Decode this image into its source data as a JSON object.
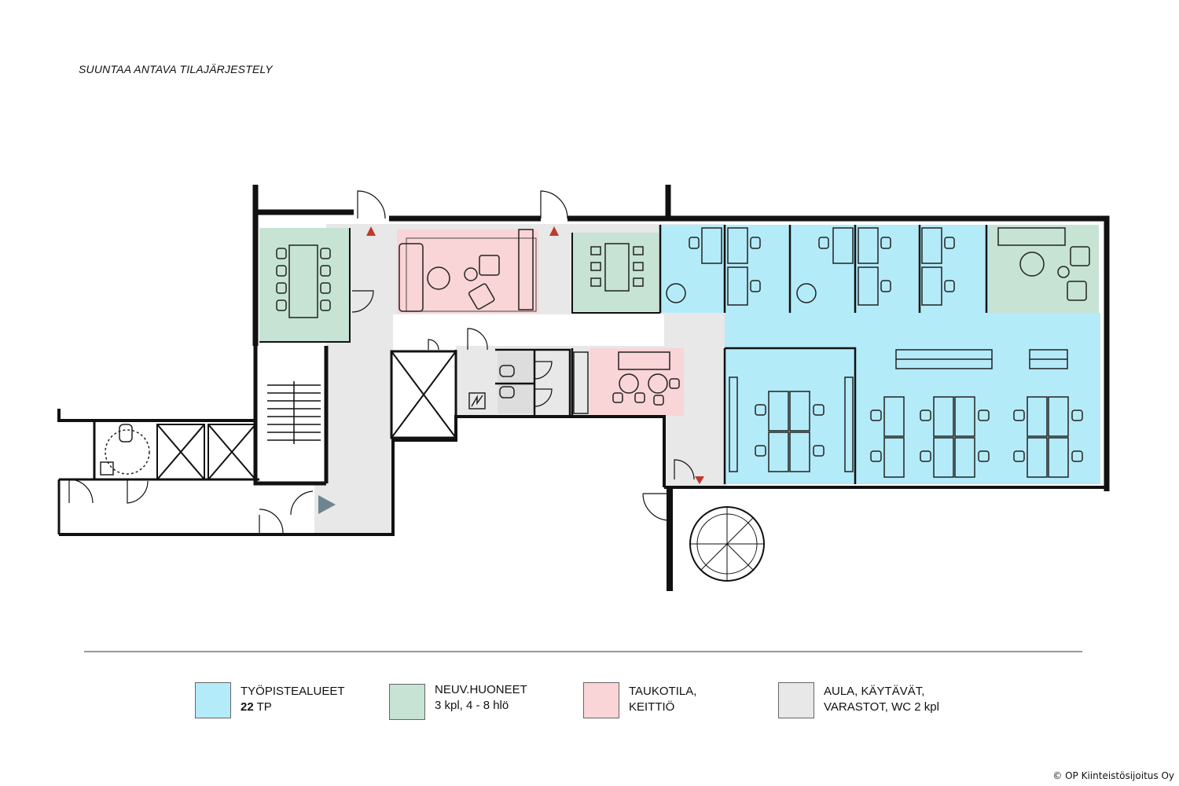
{
  "title": "SUUNTAA ANTAVA TILAJÄRJESTELY",
  "colors": {
    "workspace": "#b4ebf9",
    "meeting": "#c6e3d3",
    "break": "#f9d5d7",
    "common": "#e8e8e8",
    "exit_marker": "#c0392b"
  },
  "legend": [
    {
      "line1": "TYÖPISTEALUEET",
      "line2_bold": "22",
      "line2": " TP"
    },
    {
      "line1": "NEUV.HUONEET",
      "line2_bold": "",
      "line2": "3 kpl, 4 - 8 hlö"
    },
    {
      "line1": "TAUKOTILA,",
      "line2_bold": "",
      "line2": "KEITTIÖ"
    },
    {
      "line1": "AULA, KÄYTÄVÄT,",
      "line2_bold": "",
      "line2": "VARASTOT, WC 2 kpl"
    }
  ],
  "copyright": "© OP Kiinteistösijoitus Oy"
}
